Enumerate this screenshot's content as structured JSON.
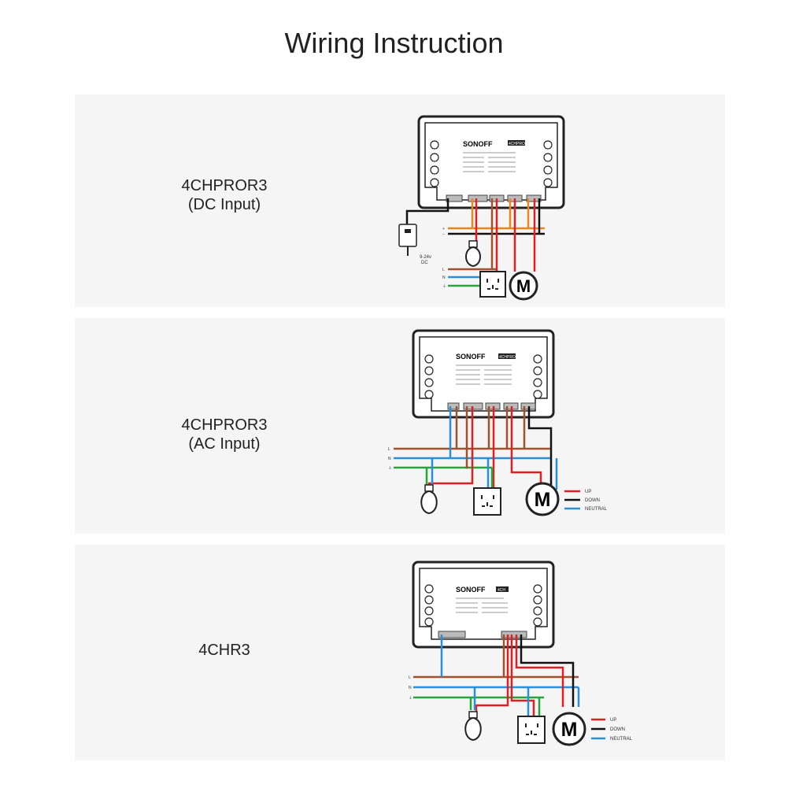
{
  "title": "Wiring Instruction",
  "brand": "SONOFF",
  "colors": {
    "live": "#a0522d",
    "neutral": "#2a8fd6",
    "earth": "#26a63a",
    "switched": "#e02020",
    "down": "#111111",
    "dc": "#e8861f",
    "panel": "#f5f5f5"
  },
  "panels": [
    {
      "name_line1": "4CHPROR3",
      "name_line2": "(DC Input)",
      "model_badge": "4CHPRO",
      "power_note_line1": "9-24v",
      "power_note_line2": "DC",
      "line_letters": [
        "L",
        "N",
        "⏚"
      ],
      "dc_letters": [
        "+",
        "−"
      ],
      "motor": "M"
    },
    {
      "name_line1": "4CHPROR3",
      "name_line2": "(AC Input)",
      "model_badge": "4CHPRO",
      "line_letters": [
        "L",
        "N",
        "⏚"
      ],
      "motor": "M",
      "legend": {
        "up": "UP",
        "down": "DOWN",
        "neutral": "NEUTRAL"
      }
    },
    {
      "name_line1": "4CHR3",
      "model_badge": "4CH",
      "line_letters": [
        "L",
        "N",
        "⏚"
      ],
      "motor": "M",
      "legend": {
        "up": "UP",
        "down": "DOWN",
        "neutral": "NEUTRAL"
      }
    }
  ]
}
